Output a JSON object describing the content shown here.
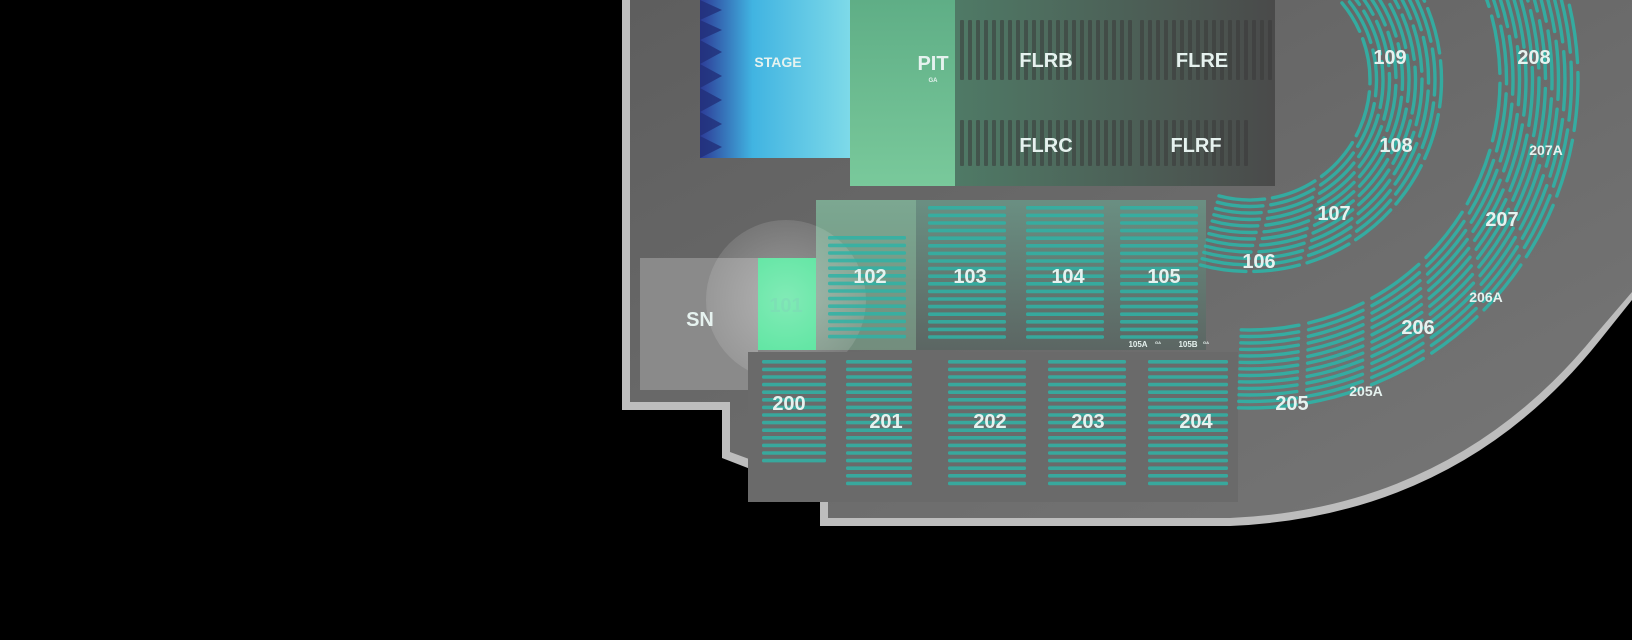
{
  "venue_map": {
    "stage_label": "STAGE",
    "pit_label": "PIT",
    "pit_sub": "GA",
    "standing_label": "SN",
    "floor_sections": [
      "FLRB",
      "FLRE",
      "FLRC",
      "FLRF"
    ],
    "lower_sections": [
      "101",
      "102",
      "103",
      "104",
      "105",
      "106",
      "107",
      "108",
      "109"
    ],
    "lower_sub_sections": [
      "105A",
      "105B"
    ],
    "sub_section_tag": "GA",
    "upper_sections": [
      "200",
      "201",
      "202",
      "203",
      "204",
      "205",
      "205A",
      "206",
      "206A",
      "207",
      "207A",
      "208"
    ],
    "selected_section": "101",
    "colors": {
      "background": "#000000",
      "concourse": "#6b6b6b",
      "seat_row": "#2fb3a6",
      "selected": "#3ee08f",
      "pit_glow": "#68c99a",
      "stage_blue": "#3fb8e8"
    }
  }
}
